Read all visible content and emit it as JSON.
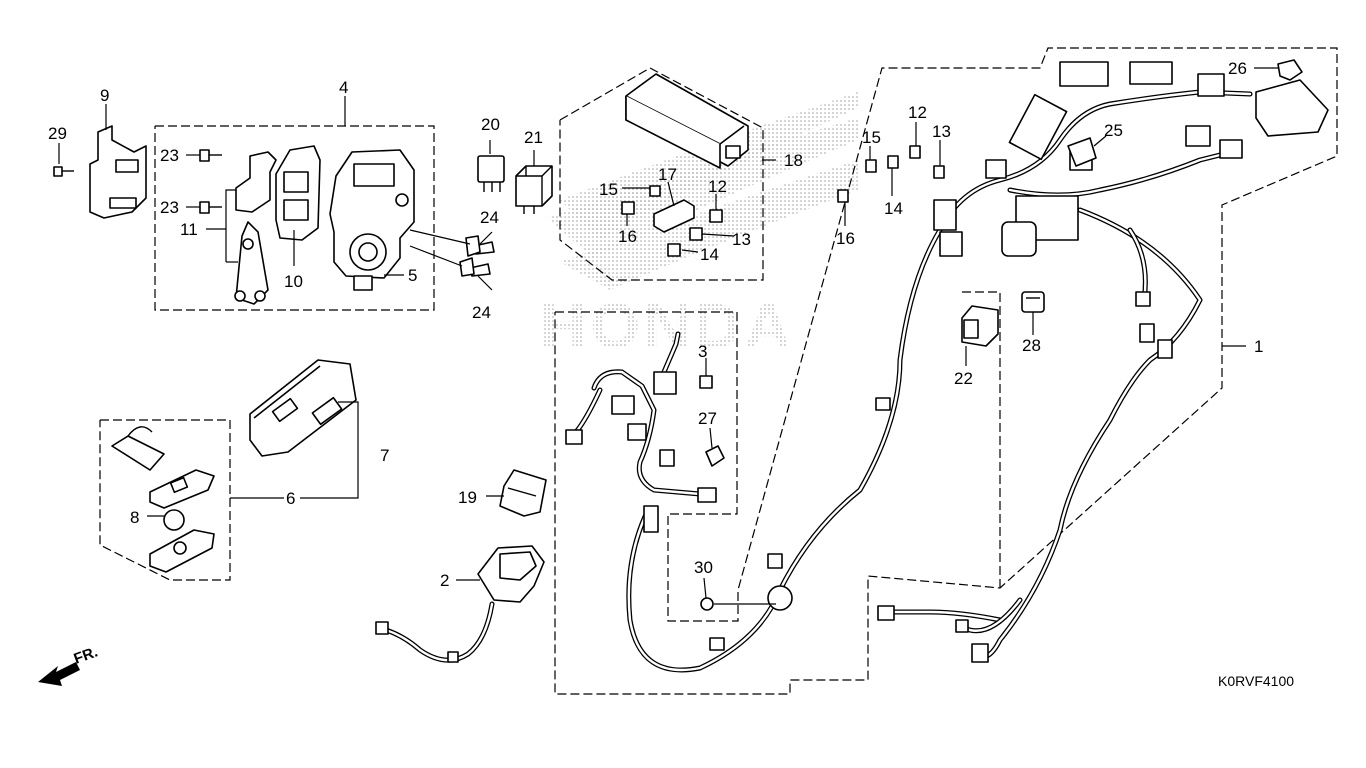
{
  "diagram_code": "K0RVF4100",
  "front_indicator": "FR.",
  "watermark_text": "HONDA",
  "labels": {
    "p1": "1",
    "p2": "2",
    "p3": "3",
    "p4": "4",
    "p5": "5",
    "p6": "6",
    "p7": "7",
    "p8": "8",
    "p9": "9",
    "p10": "10",
    "p11": "11",
    "p12a": "12",
    "p12b": "12",
    "p13a": "13",
    "p13b": "13",
    "p14a": "14",
    "p14b": "14",
    "p15a": "15",
    "p15b": "15",
    "p16a": "16",
    "p16b": "16",
    "p17": "17",
    "p18": "18",
    "p19": "19",
    "p20": "20",
    "p21": "21",
    "p22": "22",
    "p23a": "23",
    "p23b": "23",
    "p24a": "24",
    "p24b": "24",
    "p25": "25",
    "p26": "26",
    "p27": "27",
    "p28": "28",
    "p29": "29",
    "p30": "30"
  }
}
